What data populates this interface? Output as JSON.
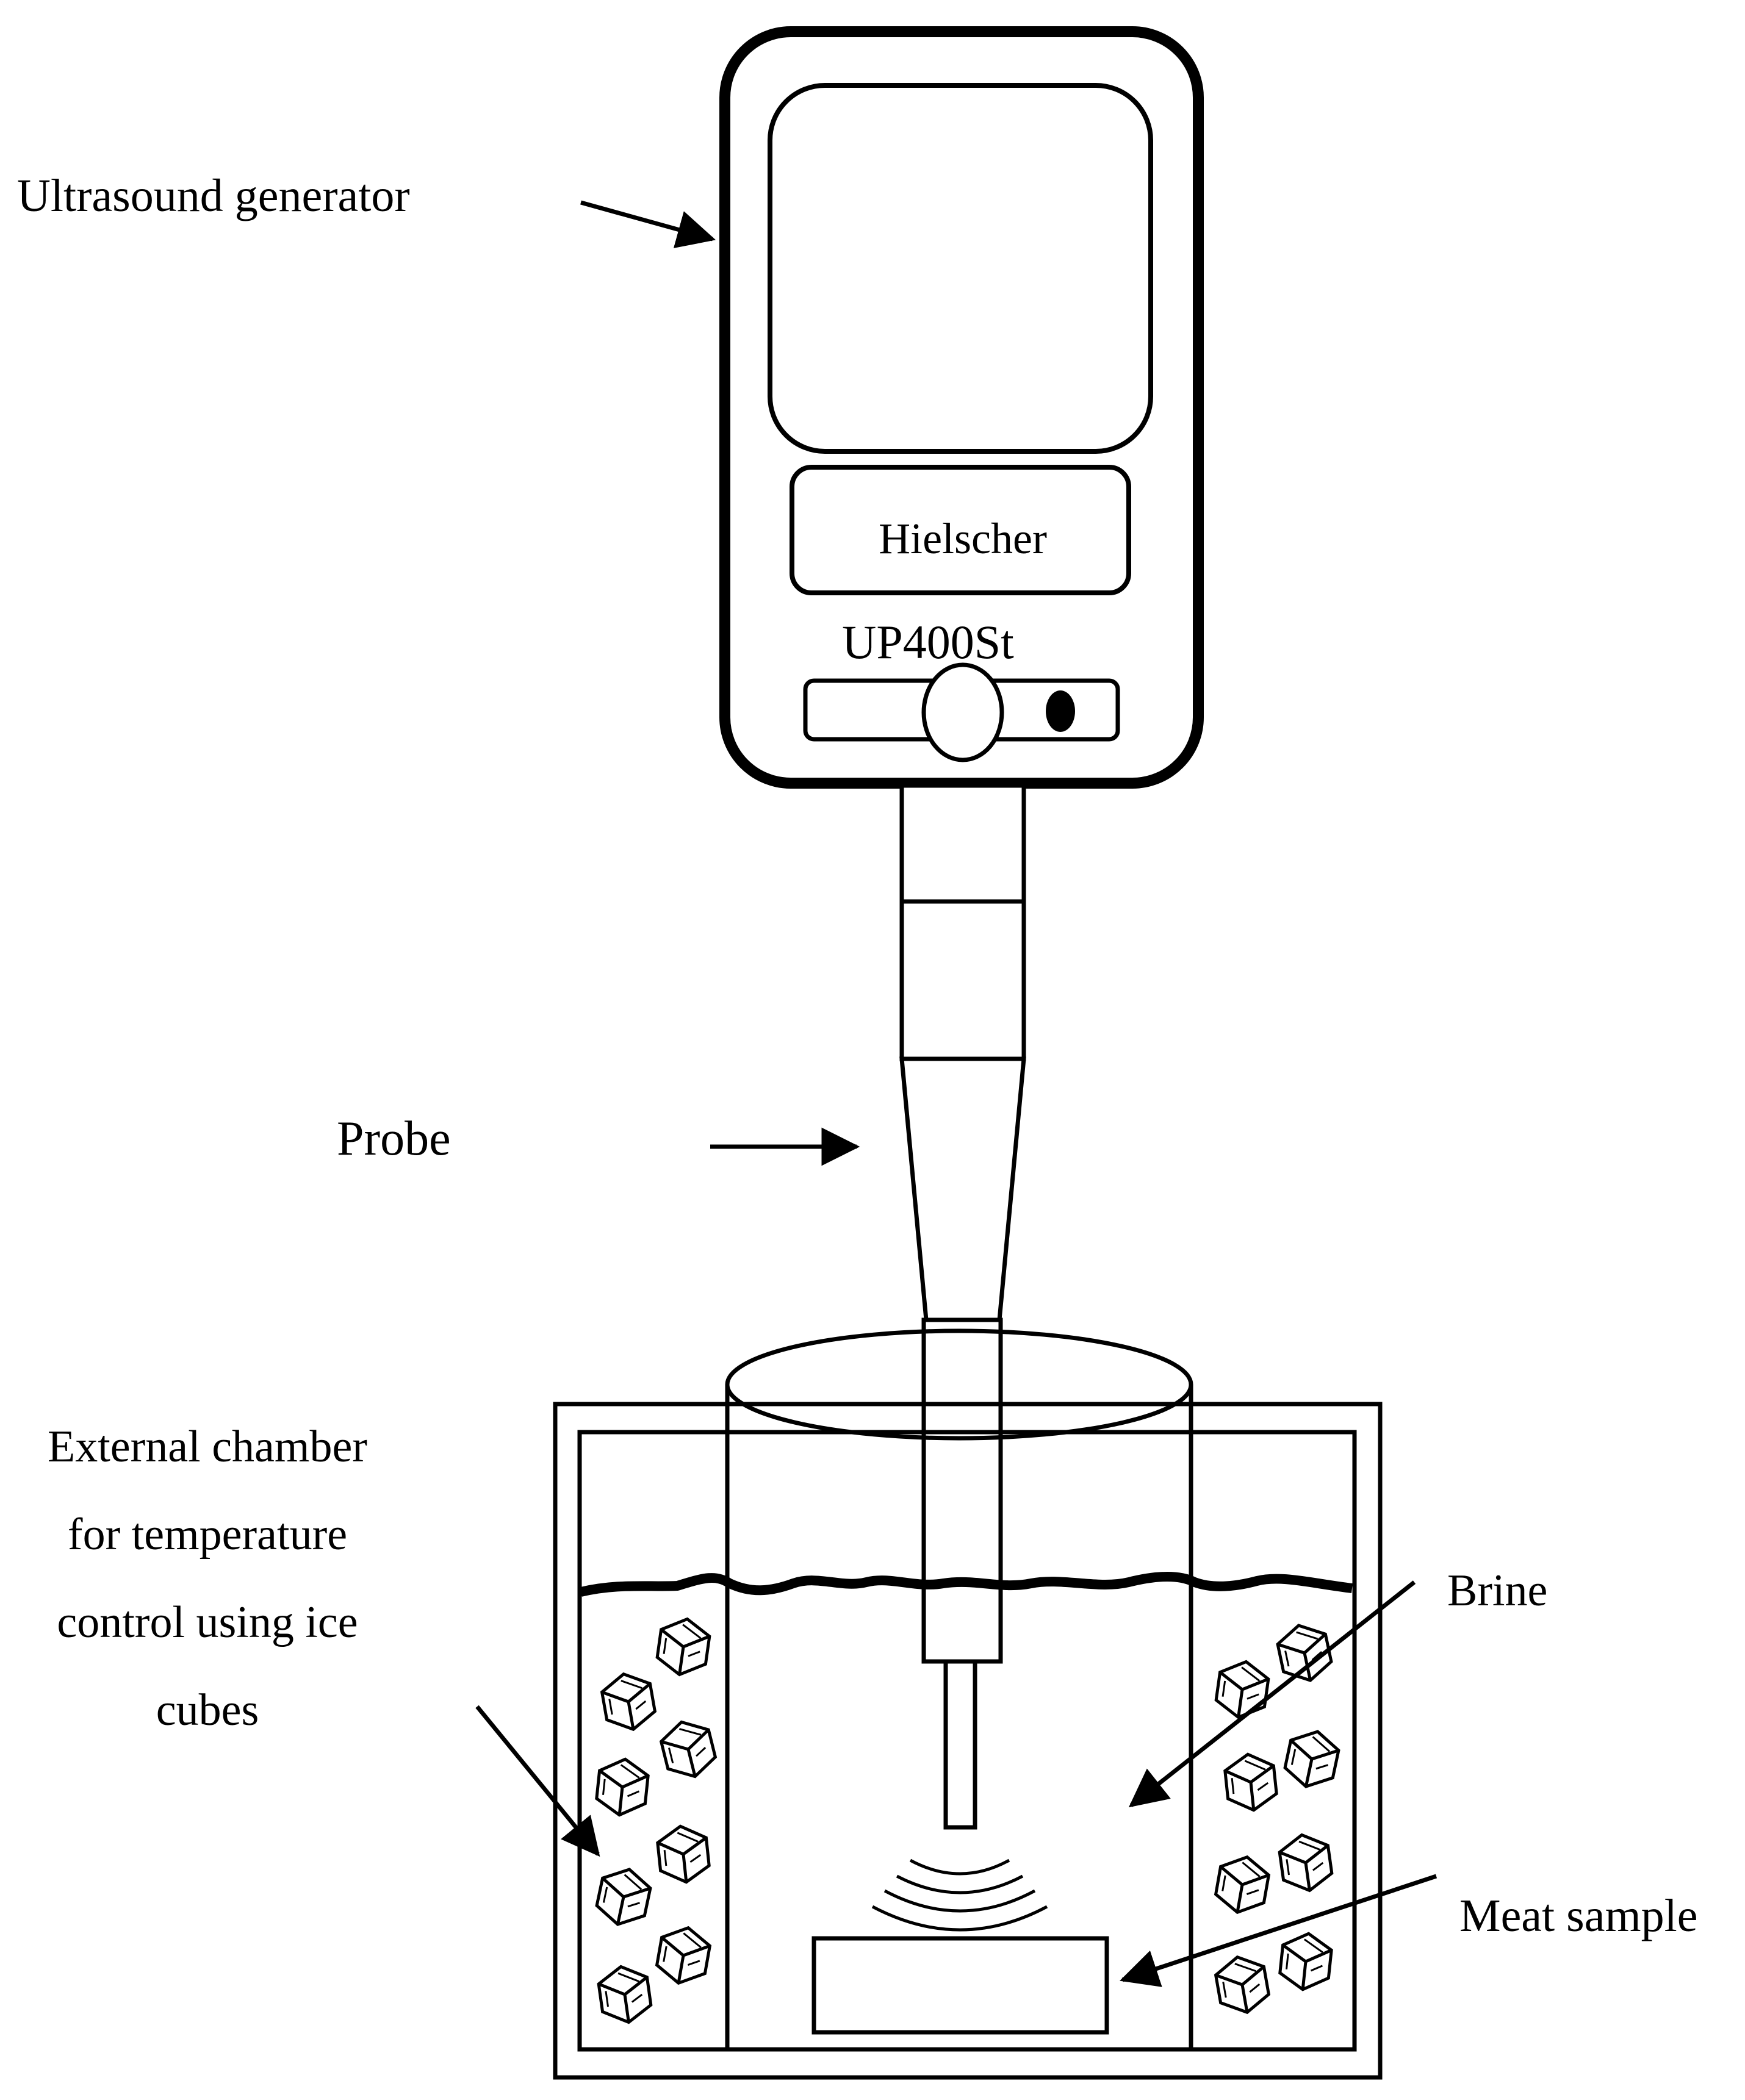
{
  "labels": {
    "generator": "Ultrasound generator",
    "probe": "Probe",
    "external_chamber": "External chamber for temperature control using ice cubes",
    "brine": "Brine",
    "meat_sample": "Meat sample"
  },
  "device": {
    "brand": "Hielscher",
    "model": "UP400St"
  },
  "colors": {
    "line": "#000000",
    "background": "#ffffff"
  }
}
